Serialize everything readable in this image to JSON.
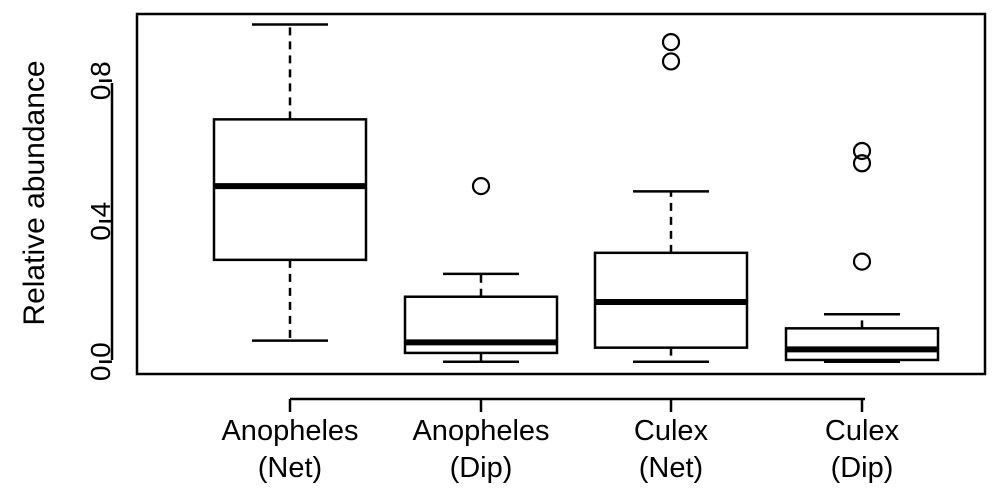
{
  "chart_data": {
    "type": "boxplot",
    "title": "",
    "xlabel": "",
    "ylabel": "Relative abundance",
    "ylim": [
      -0.035,
      0.99
    ],
    "yticks": [
      "0.0",
      "0.4",
      "0.8"
    ],
    "ytick_values": [
      0.0,
      0.4,
      0.8
    ],
    "grid": false,
    "legend": "none",
    "categories": [
      {
        "line1": "Anopheles",
        "line2": "(Net)"
      },
      {
        "line1": "Anopheles",
        "line2": "(Dip)"
      },
      {
        "line1": "Culex",
        "line2": "(Net)"
      },
      {
        "line1": "Culex",
        "line2": "(Dip)"
      }
    ],
    "boxes": [
      {
        "whisker_low": 0.06,
        "q1": 0.29,
        "median": 0.5,
        "q3": 0.69,
        "whisker_high": 0.96,
        "outliers": []
      },
      {
        "whisker_low": 0.0,
        "q1": 0.025,
        "median": 0.055,
        "q3": 0.185,
        "whisker_high": 0.25,
        "outliers": [
          0.5
        ]
      },
      {
        "whisker_low": 0.0,
        "q1": 0.04,
        "median": 0.17,
        "q3": 0.31,
        "whisker_high": 0.485,
        "outliers": [
          0.855,
          0.91
        ]
      },
      {
        "whisker_low": 0.0,
        "q1": 0.005,
        "median": 0.035,
        "q3": 0.095,
        "whisker_high": 0.135,
        "outliers": [
          0.285,
          0.565,
          0.6
        ]
      }
    ]
  }
}
